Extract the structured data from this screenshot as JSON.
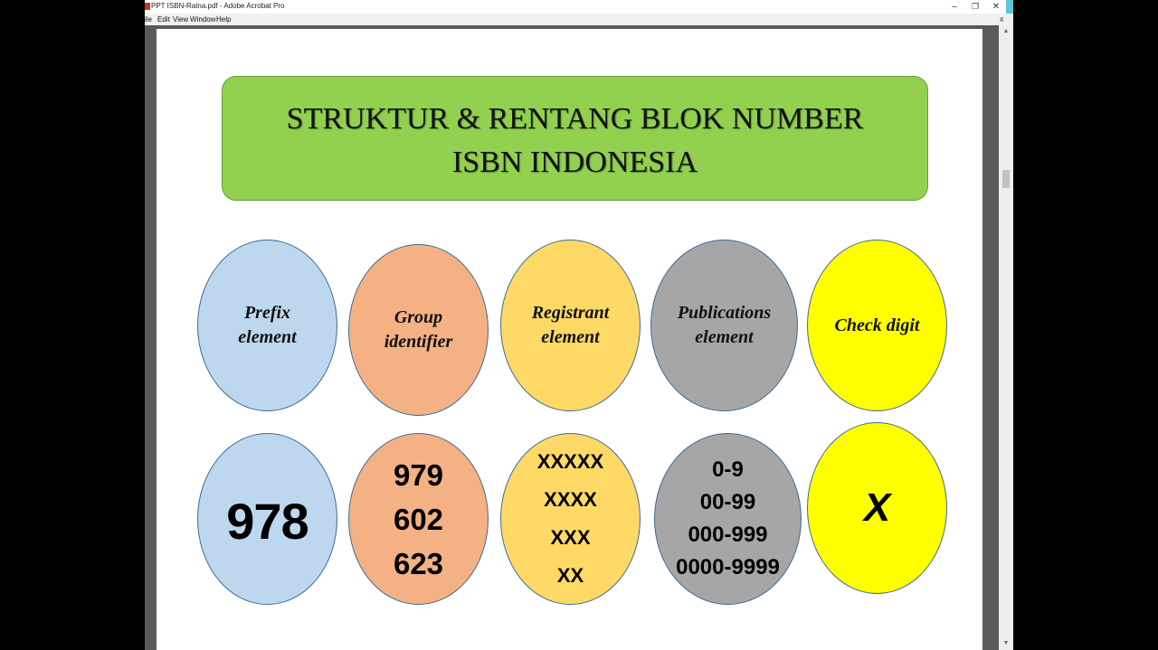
{
  "window": {
    "title": "PPT ISBN-Ratna.pdf - Adobe Acrobat Pro",
    "controls": {
      "minimize": "–",
      "restore": "❐",
      "close": "✕"
    }
  },
  "menu": {
    "items": [
      "ile",
      "Edit",
      "View",
      "Window",
      "Help"
    ],
    "doc_close": "x"
  },
  "slide": {
    "title_line1": "STRUKTUR & RENTANG BLOK NUMBER",
    "title_line2": "ISBN INDONESIA",
    "labels": {
      "prefix": [
        "Prefix",
        "element"
      ],
      "group": [
        "Group",
        "identifier"
      ],
      "registrant": [
        "Registrant",
        "element"
      ],
      "publications": [
        "Publications",
        "element"
      ],
      "check": [
        "Check digit"
      ]
    },
    "values": {
      "prefix": "978",
      "group": [
        "979",
        "602",
        "623"
      ],
      "registrant": [
        "XXXXX",
        "XXXX",
        "XXX",
        "XX"
      ],
      "publications": [
        "0-9",
        "00-99",
        "000-999",
        "0000-9999"
      ],
      "check": "X"
    },
    "colors": {
      "title_box": "#92d050",
      "prefix": "#bdd7ee",
      "group": "#f4b183",
      "registrant": "#ffd966",
      "publications": "#a6a6a6",
      "check": "#ffff00"
    }
  }
}
